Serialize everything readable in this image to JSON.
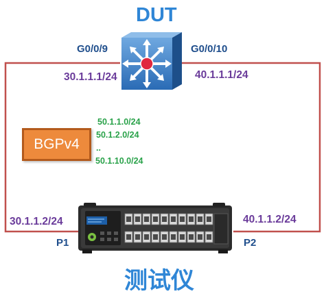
{
  "dut": {
    "title": "DUT",
    "left_port": "G0/0/9",
    "right_port": "G0/0/10",
    "left_ip": "30.1.1.1/24",
    "right_ip": "40.1.1.1/24",
    "icon": "router-switch-icon"
  },
  "bgp": {
    "label": "BGPv4",
    "routes": [
      "50.1.1.0/24",
      "50.1.2.0/24",
      "..",
      "50.1.10.0/24"
    ]
  },
  "tester": {
    "title": "测试仪",
    "left_port": "P1",
    "right_port": "P2",
    "left_ip": "30.1.1.2/24",
    "right_ip": "40.1.1.2/24",
    "icon": "traffic-tester-chassis-icon"
  },
  "colors": {
    "link": "#c0504d",
    "title": "#2f86d6",
    "port_label": "#1f4e8c",
    "ip_label": "#6a3b9a",
    "route_label": "#2aa24a",
    "bgp_box": "#ed8a3c",
    "dut_icon": "#2a6bb5"
  }
}
